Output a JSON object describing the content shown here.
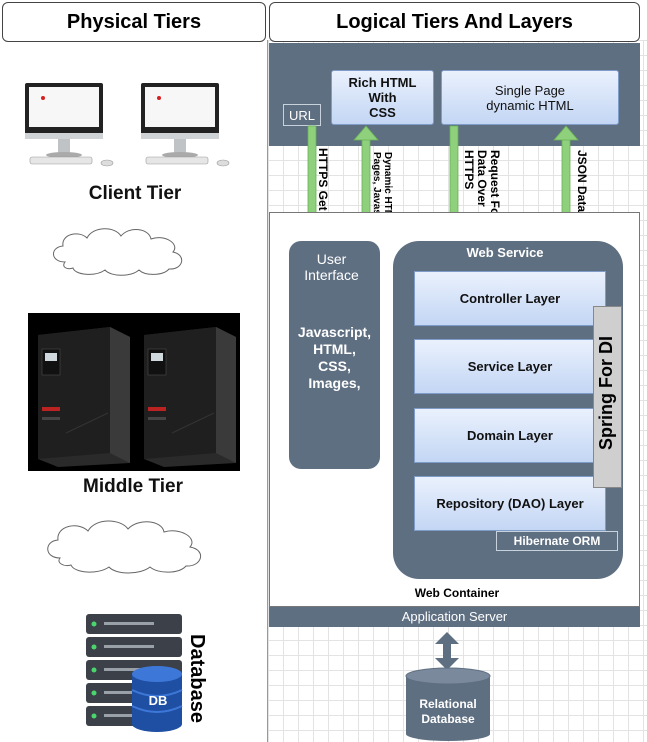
{
  "headers": {
    "physical": "Physical Tiers",
    "logical": "Logical Tiers And Layers"
  },
  "physical": {
    "client_label": "Client Tier",
    "middle_label": "Middle Tier",
    "database_label": "Database",
    "db_badge": "DB"
  },
  "browser": {
    "url": "URL",
    "rich_html": "Rich HTML\nWith\nCSS",
    "spa": "Single Page\ndynamic HTML"
  },
  "arrows": {
    "https_get": "HTTPS Get",
    "dynamic_pages": "Dynamic HTML\nPages, Javascript",
    "request_data": "Request For\nData Over\nHTTPS",
    "json_data": "JSON Data"
  },
  "ui": {
    "title": "User\nInterface",
    "content": "Javascript,\nHTML,\nCSS,\nImages,"
  },
  "web_service": {
    "title": "Web Service",
    "layers": [
      "Controller Layer",
      "Service Layer",
      "Domain Layer",
      "Repository (DAO) Layer"
    ],
    "hibernate": "Hibernate ORM",
    "spring": "Spring For DI"
  },
  "web_container": "Web Container",
  "app_server": "Application Server",
  "relational_db": "Relational\nDatabase"
}
